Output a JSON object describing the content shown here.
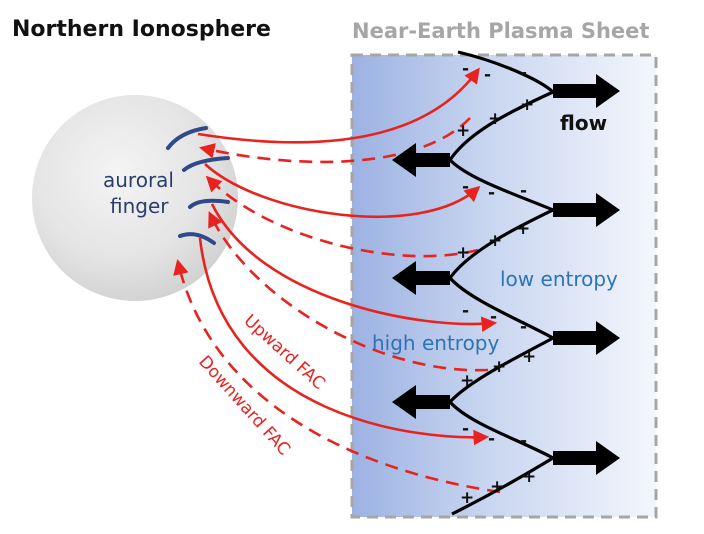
{
  "titles": {
    "left": "Northern Ionosphere",
    "right": "Near-Earth Plasma Sheet"
  },
  "labels": {
    "auroral_line1": "auroral",
    "auroral_line2": "finger",
    "flow": "flow",
    "low_entropy": "low entropy",
    "high_entropy": "high entropy",
    "upward_fac": "Upward FAC",
    "downward_fac": "Downward FAC"
  },
  "signs": {
    "minus": "-",
    "plus": "+"
  },
  "colors": {
    "current_red": "#e8231f",
    "finger_navy": "#2f4a8a",
    "sheet_blue": "#9fb4e3",
    "sheet_light": "#eef2fb",
    "border_gray": "#a6a6a6"
  }
}
